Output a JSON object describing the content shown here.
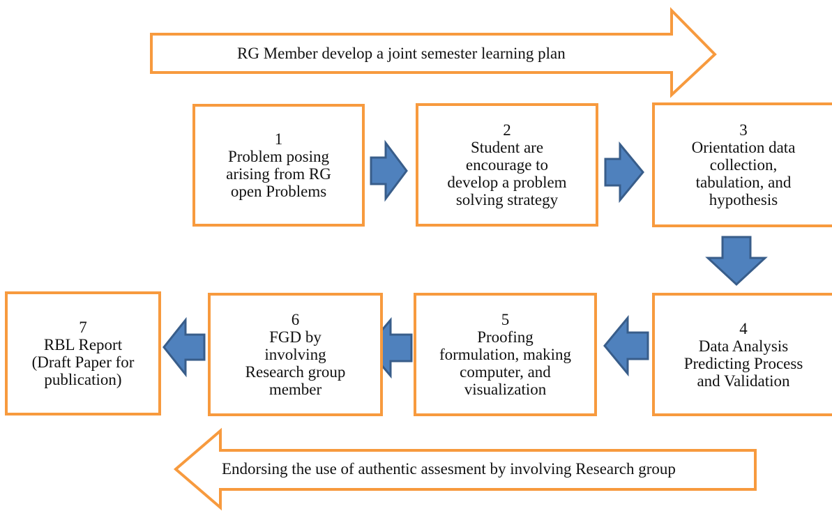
{
  "colors": {
    "box_border": "#f79a3e",
    "arrow_fill": "#4f81bd",
    "arrow_stroke": "#385d8a"
  },
  "top_banner": {
    "text": "RG Member develop a joint semester learning plan",
    "direction": "right"
  },
  "bottom_banner": {
    "text": "Endorsing the use of authentic assesment by involving Research group",
    "direction": "left"
  },
  "steps": [
    {
      "number": "1",
      "text": [
        "Problem posing",
        "arising from RG",
        "open Problems"
      ]
    },
    {
      "number": "2",
      "text": [
        "Student are",
        "encourage to",
        "develop a problem",
        "solving strategy"
      ]
    },
    {
      "number": "3",
      "text": [
        "Orientation data",
        "collection,",
        "tabulation, and",
        "hypothesis"
      ]
    },
    {
      "number": "4",
      "text": [
        "Data Analysis",
        "Predicting Process",
        "and Validation"
      ]
    },
    {
      "number": "5",
      "text": [
        "Proofing",
        "formulation, making",
        "computer, and",
        "visualization"
      ]
    },
    {
      "number": "6",
      "text": [
        "FGD by",
        "involving",
        "Research group",
        "member"
      ]
    },
    {
      "number": "7",
      "text": [
        "RBL Report",
        "(Draft Paper for",
        "publication)"
      ]
    }
  ],
  "flow_arrows": [
    {
      "from": "1",
      "to": "2",
      "direction": "right"
    },
    {
      "from": "2",
      "to": "3",
      "direction": "right"
    },
    {
      "from": "3",
      "to": "4",
      "direction": "down"
    },
    {
      "from": "4",
      "to": "5",
      "direction": "left"
    },
    {
      "from": "5",
      "to": "6",
      "direction": "left"
    },
    {
      "from": "6",
      "to": "7",
      "direction": "left"
    }
  ]
}
